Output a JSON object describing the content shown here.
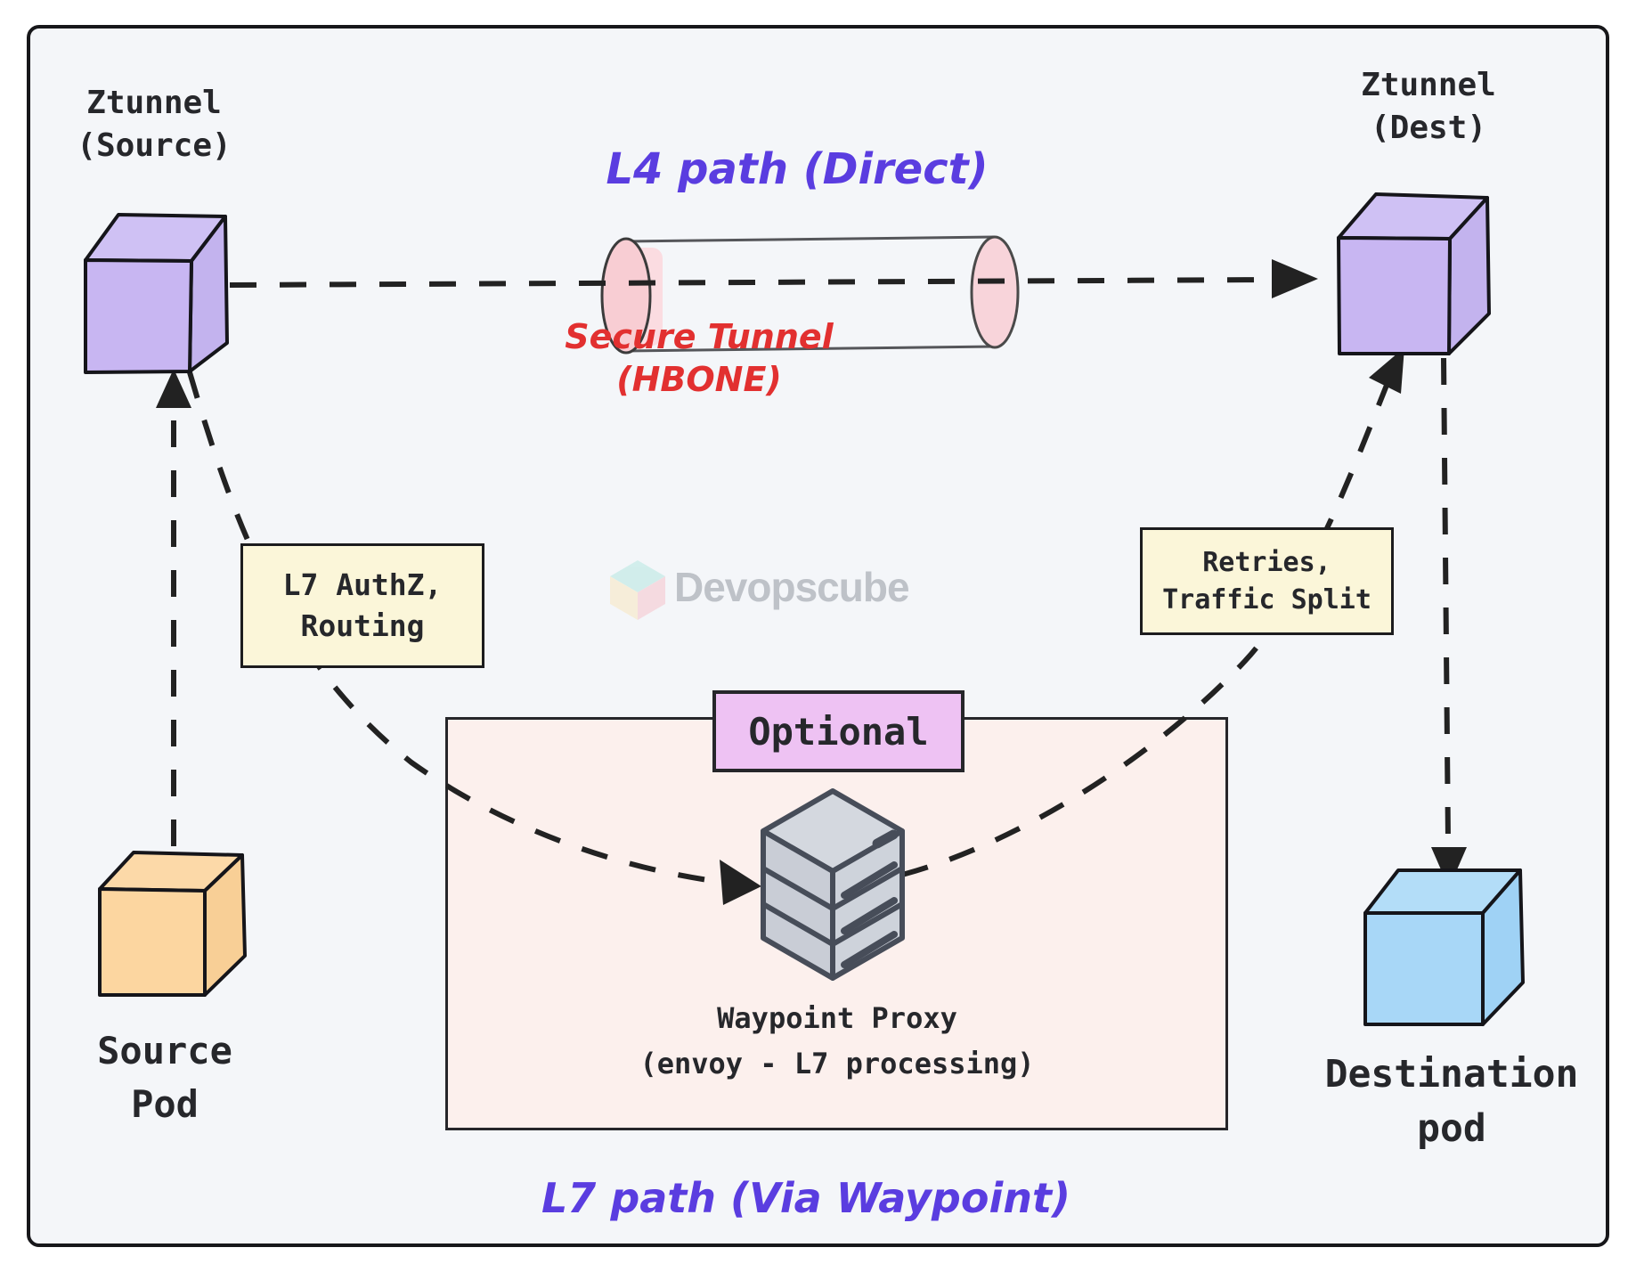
{
  "labels": {
    "ztunnel_source": "Ztunnel\n(Source)",
    "ztunnel_dest": "Ztunnel\n(Dest)",
    "l4_path": "L4 path (Direct)",
    "secure_tunnel": "Secure Tunnel\n(HBONE)",
    "l7_authz": "L7 AuthZ,\nRouting",
    "retries": "Retries,\nTraffic Split",
    "optional": "Optional",
    "waypoint": "Waypoint Proxy\n(envoy - L7 processing)",
    "source_pod": "Source\nPod",
    "destination_pod": "Destination\npod",
    "l7_path": "L7 path (Via Waypoint)",
    "watermark": "Devopscube"
  },
  "colors": {
    "frame_bg": "#f4f6f9",
    "frame_border": "#17171a",
    "path_purple": "#5a3de0",
    "tunnel_red": "#e23030",
    "ztunnel_cube": "#c8b6f2",
    "source_pod_cube": "#fcd6a0",
    "destination_pod_cube": "#a8d7f7",
    "callout_yellow": "#fbf6d9",
    "optional_purple": "#eec2f3",
    "waypoint_pink": "#fcf0ed",
    "tunnel_end_pink": "#f8cdd3",
    "server_gray": "#ced3db",
    "line_dark": "#222222"
  }
}
